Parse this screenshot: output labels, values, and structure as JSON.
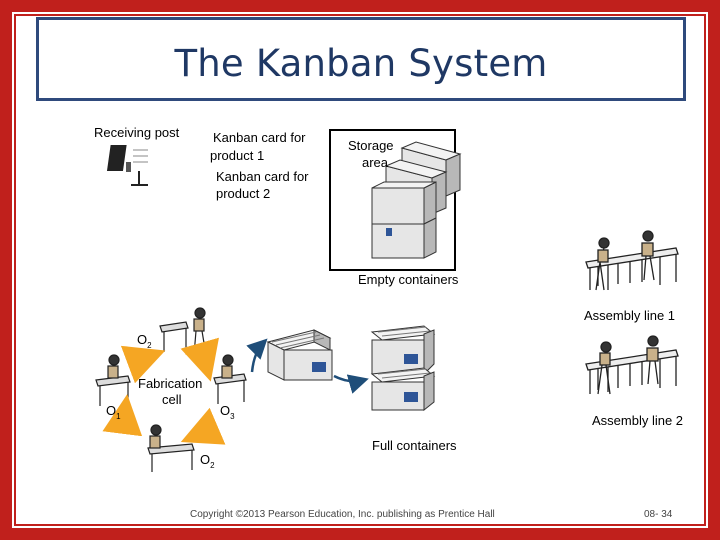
{
  "slide": {
    "title": "The Kanban System",
    "labels": {
      "receiving_post": "Receiving post",
      "kanban_card_1": [
        "Kanban card for",
        "product 1"
      ],
      "kanban_card_2": [
        "Kanban card for",
        "product 2"
      ],
      "storage_area": [
        "Storage",
        "area"
      ],
      "empty_containers": "Empty containers",
      "assembly_line_1": "Assembly line 1",
      "assembly_line_2": "Assembly line 2",
      "fabrication_cell": [
        "Fabrication",
        "cell"
      ],
      "full_containers": "Full containers"
    },
    "operators": {
      "o1": {
        "letter": "O",
        "sub": "1"
      },
      "o2_top": {
        "letter": "O",
        "sub": "2"
      },
      "o3": {
        "letter": "O",
        "sub": "3"
      },
      "o2_bottom": {
        "letter": "O",
        "sub": "2"
      }
    },
    "footer": {
      "copyright": "Copyright ©2013 Pearson Education, Inc. publishing as Prentice Hall",
      "page": "08- 34"
    },
    "colors": {
      "frame": "#c0201c",
      "title_border": "#2f4a7c",
      "title_text": "#1f3864",
      "cycle_arrows": "#f5a623",
      "flow_arrow": "#1f4e79",
      "card_panel": "#2e5597"
    }
  }
}
